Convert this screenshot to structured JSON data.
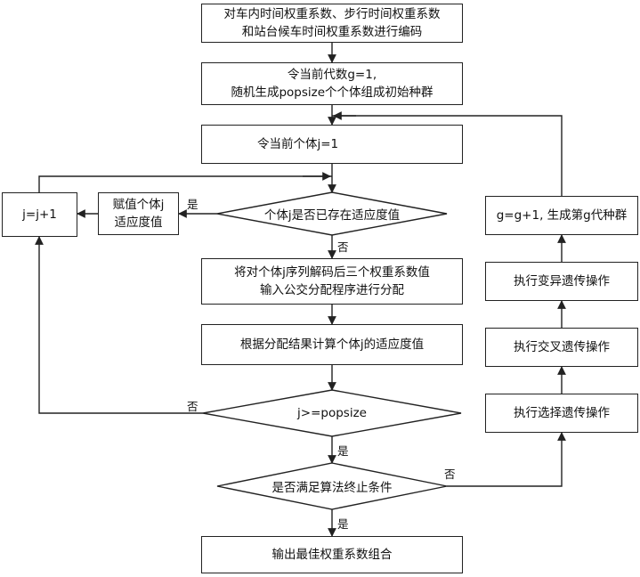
{
  "nodes": {
    "encode": "对车内时间权重系数、步行时间权重系数\n和站台候车时间权重系数进行编码",
    "init_population": "令当前代数g=1,\n随机生成popsize个个体组成初始种群",
    "set_j": "令当前个体j=1",
    "check_exists": "个体j是否已存在适应度值",
    "assign_fitness": "赋值个体j\n适应度值",
    "j_increment": "j=j+1",
    "decode_assign": "将对个体j序列解码后三个权重系数值\n输入公交分配程序进行分配",
    "calc_fitness": "根据分配结果计算个体j的适应度值",
    "check_popsize": "j>=popsize",
    "check_termination": "是否满足算法终止条件",
    "output_best": "输出最佳权重系数组合",
    "selection": "执行选择遗传操作",
    "crossover": "执行交叉遗传操作",
    "mutation": "执行变异遗传操作",
    "new_generation": "g=g+1, 生成第g代种群"
  },
  "edge_labels": {
    "exists_yes": "是",
    "exists_no": "否",
    "popsize_no": "否",
    "popsize_yes": "是",
    "termination_no": "否",
    "termination_yes": "是"
  }
}
